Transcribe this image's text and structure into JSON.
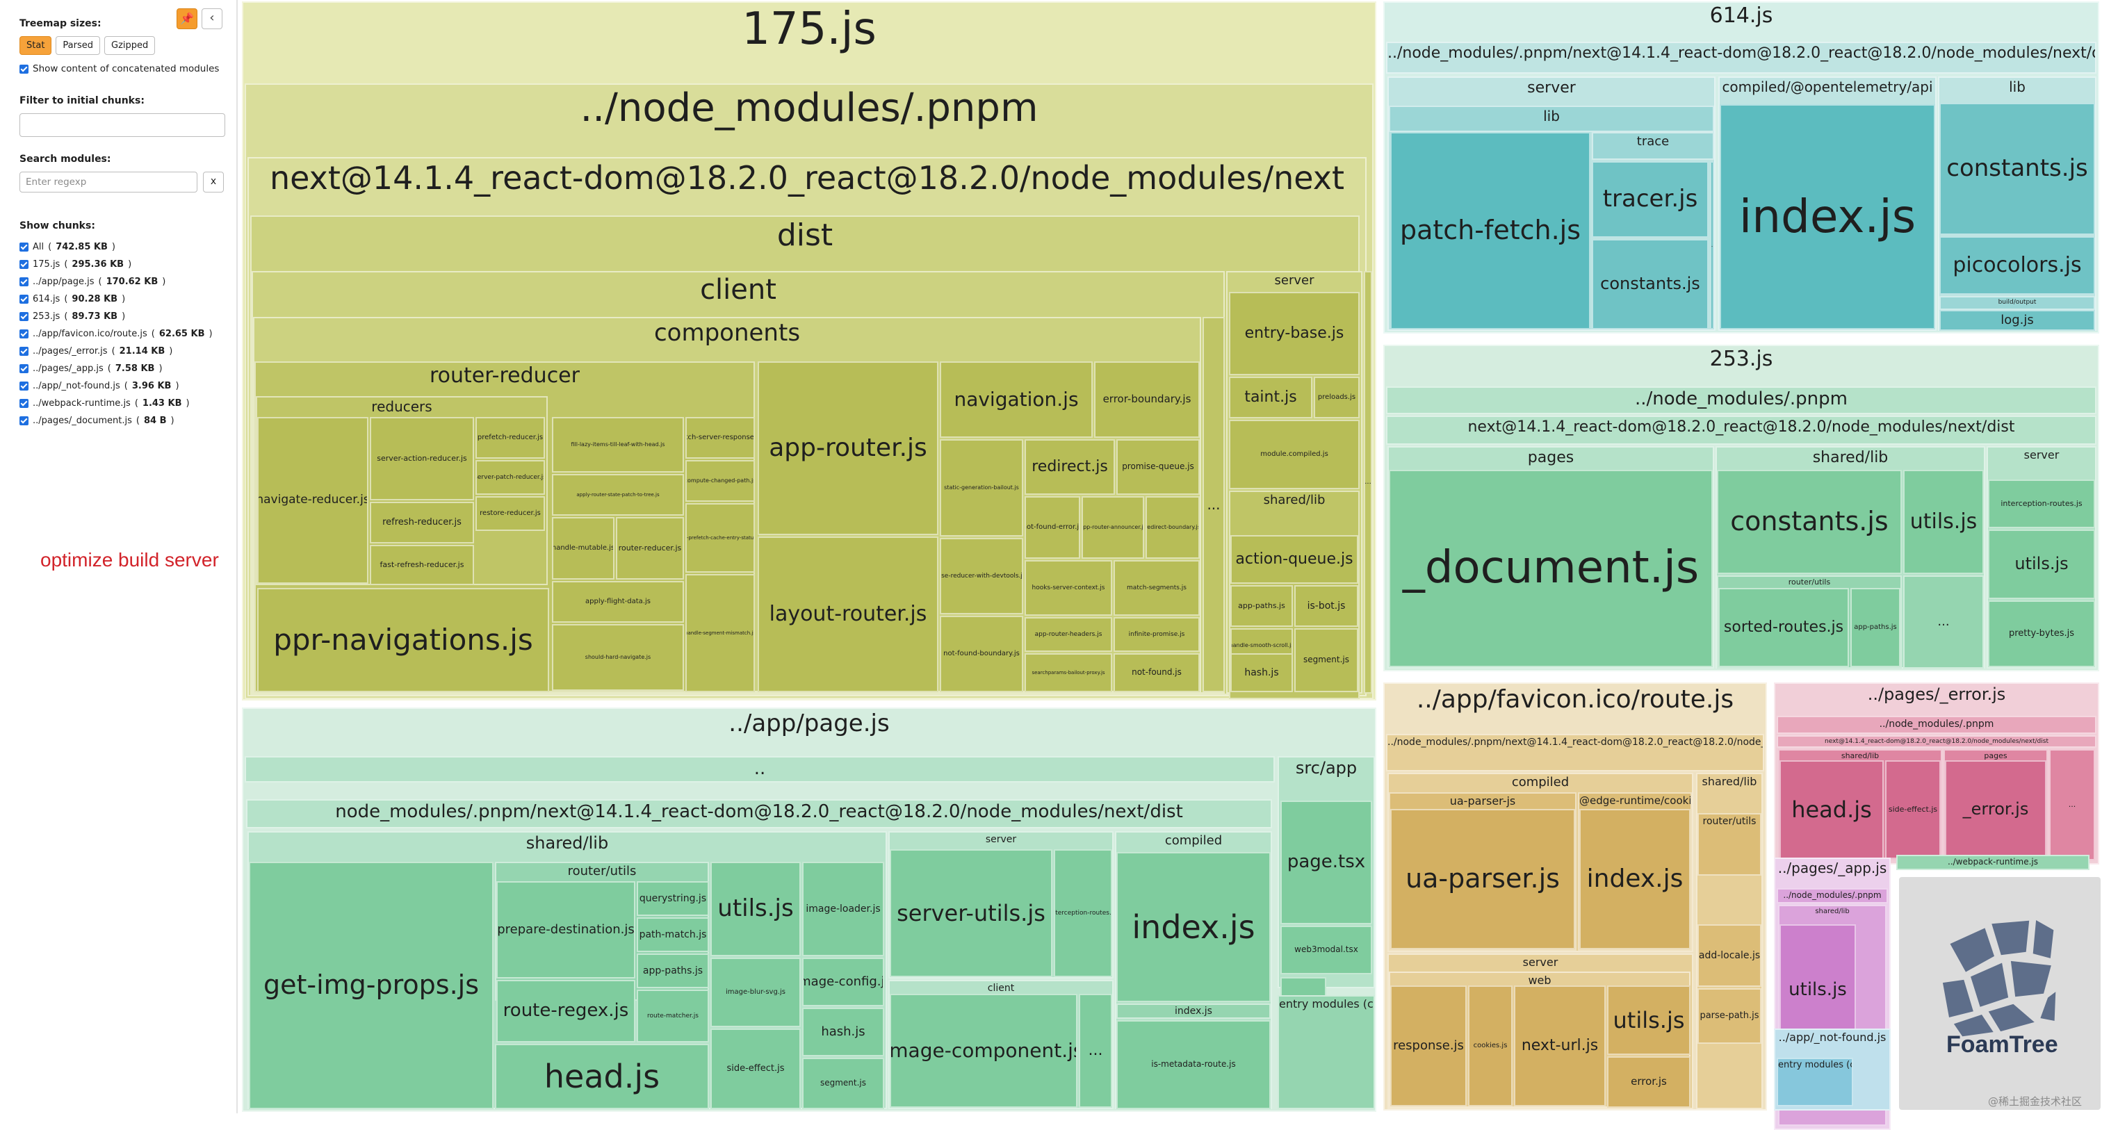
{
  "sidebar": {
    "treemap_sizes_label": "Treemap sizes:",
    "sizes": [
      "Stat",
      "Parsed",
      "Gzipped"
    ],
    "active_size": "Stat",
    "show_concat_label": "Show content of concatenated modules",
    "filter_label": "Filter to initial chunks:",
    "search_label": "Search modules:",
    "search_placeholder": "Enter regexp",
    "clear_label": "x",
    "show_chunks_label": "Show chunks:",
    "chunks": [
      {
        "name": "All",
        "size": "742.85 KB"
      },
      {
        "name": "175.js",
        "size": "295.36 KB"
      },
      {
        "name": "../app/page.js",
        "size": "170.62 KB"
      },
      {
        "name": "614.js",
        "size": "90.28 KB"
      },
      {
        "name": "253.js",
        "size": "89.73 KB"
      },
      {
        "name": "../app/favicon.ico/route.js",
        "size": "62.65 KB"
      },
      {
        "name": "../pages/_error.js",
        "size": "21.14 KB"
      },
      {
        "name": "../pages/_app.js",
        "size": "7.58 KB"
      },
      {
        "name": "../app/_not-found.js",
        "size": "3.96 KB"
      },
      {
        "name": "../webpack-runtime.js",
        "size": "1.43 KB"
      },
      {
        "name": "../pages/_document.js",
        "size": "84 B"
      }
    ],
    "pin_icon": "pin-icon",
    "collapse_icon": "chevron-left-icon"
  },
  "annotation": "optimize build server",
  "foamtree_logo": "FoamTree",
  "watermark": "@稀土掘金技术社区",
  "ellipsis": "..."
}
